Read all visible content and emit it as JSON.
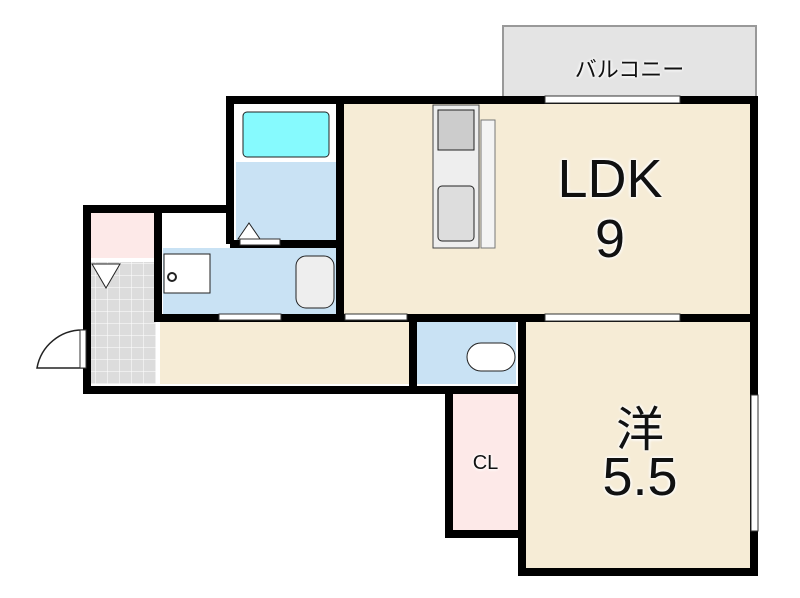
{
  "plan": {
    "balcony": "バルコニー",
    "ldk": {
      "name": "LDK",
      "size": "9"
    },
    "western_room": {
      "name": "洋",
      "size": "5.5"
    },
    "closet": "CL"
  },
  "colors": {
    "wall": "#000000",
    "floor_wood": "#f6ecd6",
    "wet_area": "#c9e2f4",
    "bathtub": "#86fafe",
    "closet": "#fde9e8",
    "tile": "#dcdcdc",
    "balcony": "#e4e4e4"
  }
}
